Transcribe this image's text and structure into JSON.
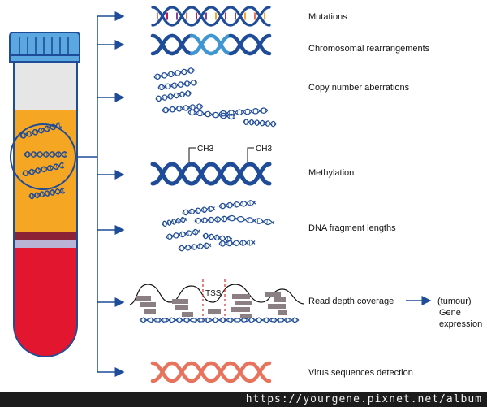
{
  "colors": {
    "dna_blue": "#1f4c98",
    "dna_light_blue": "#3f96d2",
    "virus_red": "#e8735c",
    "tube_cap": "#5aa8df",
    "plasma": "#f5a623",
    "blood": "#e3162f",
    "buffy_dark": "#8c2236",
    "buffy_light": "#b9b4d6",
    "arrow": "#1f4c98",
    "read_grey": "#8c7f83"
  },
  "labels": {
    "mutations": "Mutations",
    "chromosomal": "Chromosomal rearrangements",
    "copy_number": "Copy number aberrations",
    "methylation": "Methylation",
    "fragment": "DNA fragment lengths",
    "read_depth": "Read depth coverage",
    "virus": "Virus sequences detection"
  },
  "methyl": {
    "ch3_left": "CH3",
    "ch3_right": "CH3"
  },
  "tss": "TSS",
  "expression": {
    "line1": "(tumour)",
    "line2": "Gene",
    "line3": "expression"
  },
  "watermark": "https://yourgene.pixnet.net/album"
}
